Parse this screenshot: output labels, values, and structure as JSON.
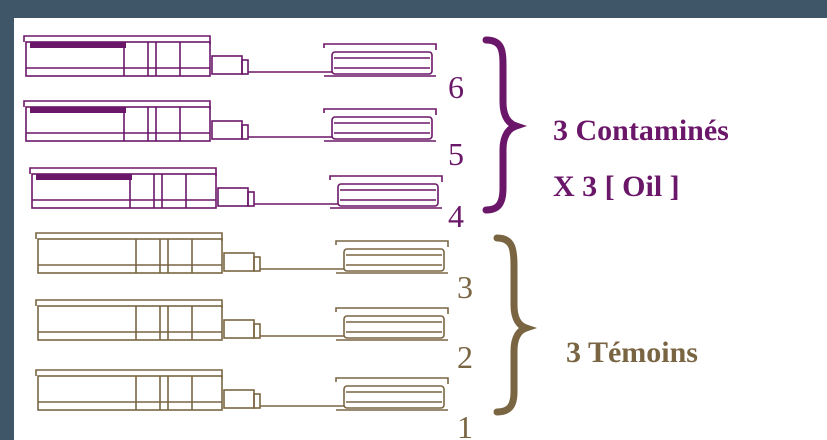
{
  "colors": {
    "frame": "#3f5568",
    "contaminated": "#6b1769",
    "control": "#7a6543"
  },
  "rows": [
    {
      "number": "6",
      "group": "contaminated",
      "shaded": true
    },
    {
      "number": "5",
      "group": "contaminated",
      "shaded": true
    },
    {
      "number": "4",
      "group": "contaminated",
      "shaded": true
    },
    {
      "number": "3",
      "group": "control",
      "shaded": false
    },
    {
      "number": "2",
      "group": "control",
      "shaded": false
    },
    {
      "number": "1",
      "group": "control",
      "shaded": false
    }
  ],
  "labels": {
    "contaminated_line1": "3 Contaminés",
    "contaminated_line2": "X 3 [ Oil ]",
    "control": "3 Témoins"
  }
}
